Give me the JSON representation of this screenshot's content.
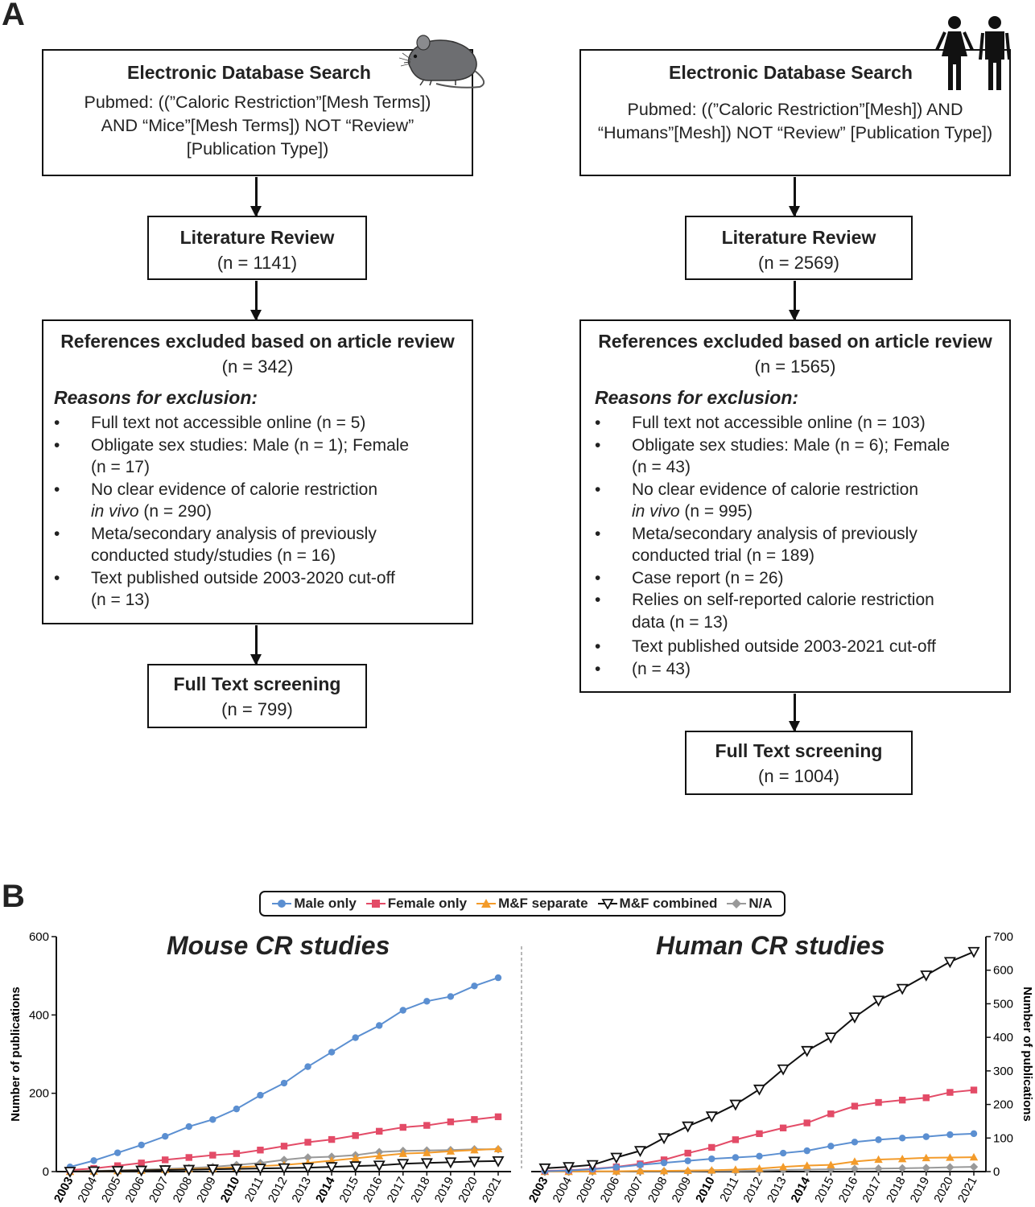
{
  "panel_a": {
    "letter": "A",
    "mouse": {
      "search_title": "Electronic Database Search",
      "query_lines": [
        "Pubmed: ((”Caloric Restriction”[Mesh Terms])",
        "AND “Mice”[Mesh Terms]) NOT “Review”",
        "[Publication Type])"
      ],
      "review_title": "Literature Review",
      "review_count": "(n = 1141)",
      "excluded_title": "References excluded based on article review",
      "excluded_count": "(n = 342)",
      "reasons_title": "Reasons for exclusion:",
      "reasons": [
        {
          "lines": [
            "Full text not accessible online (n = 5)"
          ]
        },
        {
          "lines": [
            "Obligate sex studies: Male (n = 1); Female",
            "(n = 17)"
          ]
        },
        {
          "lines": [
            "No clear evidence of calorie restriction",
            "in vivo (n = 290)"
          ]
        },
        {
          "lines": [
            "Meta/secondary analysis of previously",
            "conducted study/studies (n = 16)"
          ]
        },
        {
          "lines": [
            "Text published outside 2003-2020 cut-off",
            "(n = 13)"
          ]
        }
      ],
      "screening_title": "Full Text screening",
      "screening_count": "(n = 799)"
    },
    "human": {
      "search_title": "Electronic Database Search",
      "query_lines": [
        "Pubmed: ((”Caloric Restriction”[Mesh]) AND",
        "“Humans”[Mesh]) NOT “Review” [Publication Type])"
      ],
      "review_title": "Literature Review",
      "review_count": "(n = 2569)",
      "excluded_title": "References excluded based on article review",
      "excluded_count": "(n = 1565)",
      "reasons_title": "Reasons for exclusion:",
      "reasons": [
        {
          "lines": [
            "Full text not accessible online (n = 103)"
          ]
        },
        {
          "lines": [
            "Obligate sex studies: Male (n = 6); Female",
            "(n = 43)"
          ]
        },
        {
          "lines": [
            "No clear evidence of calorie restriction",
            "in vivo (n = 995)"
          ]
        },
        {
          "lines": [
            "Meta/secondary analysis of previously",
            "conducted trial (n = 189)"
          ]
        },
        {
          "lines": [
            "Case report (n = 26)"
          ]
        },
        {
          "lines": [
            "Relies on self-reported calorie restriction",
            "data (n = 13)"
          ]
        },
        {
          "lines": [
            "Text published outside 2003-2021 cut-off"
          ]
        },
        {
          "lines": [
            "(n = 43)"
          ]
        }
      ],
      "screening_title": "Full Text screening",
      "screening_count": "(n = 1004)"
    }
  },
  "panel_b": {
    "letter": "B",
    "colors": {
      "male_only": "#5b8fd1",
      "female_only": "#e34b67",
      "mf_separate": "#f39b2a",
      "mf_combined": "#111111",
      "na": "#999999"
    },
    "legend": [
      {
        "key": "male_only",
        "label": "Male only",
        "marker": "circle"
      },
      {
        "key": "female_only",
        "label": "Female only",
        "marker": "square"
      },
      {
        "key": "mf_separate",
        "label": "M&F separate",
        "marker": "triangle"
      },
      {
        "key": "mf_combined",
        "label": "M&F combined",
        "marker": "triangle-down-open"
      },
      {
        "key": "na",
        "label": "N/A",
        "marker": "diamond"
      }
    ]
  },
  "chart_data": [
    {
      "type": "line",
      "title": "Mouse CR studies",
      "ylabel": "Number of publications",
      "ylim": [
        0,
        600
      ],
      "yticks": [
        0,
        200,
        400,
        600
      ],
      "y_axis_side": "left",
      "x": [
        "2003",
        "2004",
        "2005",
        "2006",
        "2007",
        "2008",
        "2009",
        "2010",
        "2011",
        "2012",
        "2013",
        "2014",
        "2015",
        "2016",
        "2017",
        "2018",
        "2019",
        "2020",
        "2021"
      ],
      "bold_x": [
        "2003",
        "2010",
        "2014"
      ],
      "series": [
        {
          "key": "male_only",
          "name": "Male only",
          "values": [
            12,
            28,
            48,
            68,
            90,
            115,
            133,
            160,
            195,
            226,
            268,
            305,
            342,
            373,
            412,
            435,
            447,
            474,
            495
          ]
        },
        {
          "key": "female_only",
          "name": "Female only",
          "values": [
            4,
            8,
            15,
            22,
            30,
            36,
            42,
            46,
            55,
            65,
            75,
            82,
            92,
            103,
            113,
            118,
            127,
            133,
            140
          ]
        },
        {
          "key": "mf_separate",
          "name": "M&F separate",
          "values": [
            0,
            1,
            2,
            3,
            5,
            7,
            8,
            11,
            14,
            17,
            22,
            28,
            34,
            40,
            46,
            48,
            52,
            55,
            58
          ]
        },
        {
          "key": "mf_combined",
          "name": "M&F combined",
          "values": [
            0,
            1,
            2,
            3,
            4,
            5,
            6,
            7,
            8,
            9,
            10,
            12,
            14,
            16,
            20,
            22,
            24,
            26,
            27
          ]
        },
        {
          "key": "na",
          "name": "N/A",
          "values": [
            1,
            2,
            3,
            5,
            7,
            9,
            12,
            17,
            22,
            30,
            36,
            38,
            42,
            50,
            53,
            54,
            55,
            57,
            57
          ]
        }
      ]
    },
    {
      "type": "line",
      "title": "Human CR studies",
      "ylabel": "Number of publications",
      "ylim": [
        0,
        700
      ],
      "yticks": [
        0,
        100,
        200,
        300,
        400,
        500,
        600,
        700
      ],
      "y_axis_side": "right",
      "x": [
        "2003",
        "2004",
        "2005",
        "2006",
        "2007",
        "2008",
        "2009",
        "2010",
        "2011",
        "2012",
        "2013",
        "2014",
        "2015",
        "2016",
        "2017",
        "2018",
        "2019",
        "2020",
        "2021"
      ],
      "bold_x": [
        "2003",
        "2010",
        "2014"
      ],
      "series": [
        {
          "key": "male_only",
          "name": "Male only",
          "values": [
            1,
            3,
            7,
            13,
            20,
            26,
            32,
            38,
            42,
            46,
            55,
            62,
            76,
            88,
            95,
            100,
            104,
            110,
            113
          ]
        },
        {
          "key": "female_only",
          "name": "Female only",
          "values": [
            2,
            4,
            8,
            14,
            23,
            35,
            55,
            72,
            95,
            113,
            130,
            145,
            172,
            195,
            206,
            213,
            220,
            236,
            243
          ]
        },
        {
          "key": "mf_separate",
          "name": "M&F separate",
          "values": [
            0,
            0,
            1,
            1,
            2,
            2,
            3,
            4,
            6,
            9,
            14,
            18,
            20,
            30,
            36,
            38,
            41,
            42,
            43
          ]
        },
        {
          "key": "mf_combined",
          "name": "M&F combined",
          "values": [
            10,
            14,
            20,
            42,
            62,
            100,
            135,
            165,
            200,
            245,
            305,
            360,
            400,
            460,
            510,
            545,
            585,
            625,
            655
          ]
        },
        {
          "key": "na",
          "name": "N/A",
          "values": [
            0,
            0,
            0,
            0,
            1,
            1,
            1,
            2,
            2,
            3,
            5,
            6,
            7,
            8,
            9,
            10,
            11,
            13,
            14
          ]
        }
      ]
    }
  ]
}
